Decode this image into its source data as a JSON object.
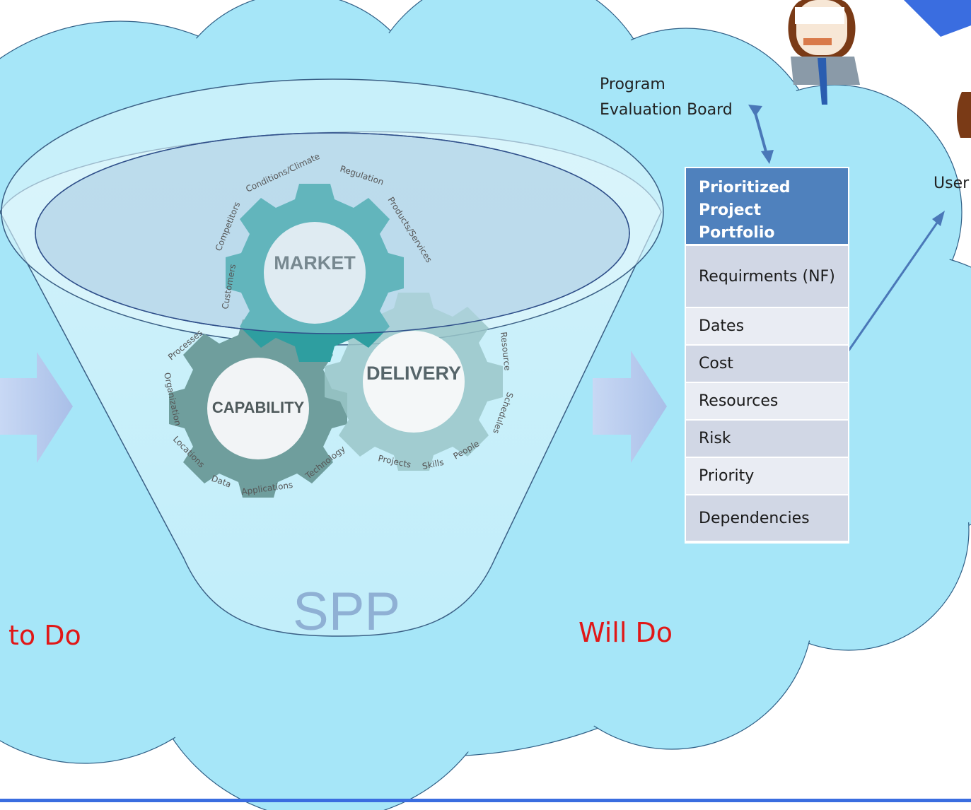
{
  "labels": {
    "program_evaluation_board": [
      "Program",
      "Evaluation Board"
    ],
    "user": "User",
    "to_do": "to Do",
    "will_do": "Will Do",
    "spp": "SPP"
  },
  "gears": {
    "market": {
      "title": "MARKET",
      "ring": [
        "Customers",
        "Competitors",
        "Conditions/Climate",
        "Regulation",
        "Products/Services"
      ]
    },
    "capability": {
      "title": "CAPABILITY",
      "ring": [
        "Processes",
        "Organization",
        "Locations",
        "Data",
        "Applications",
        "Technology"
      ]
    },
    "delivery": {
      "title": "DELIVERY",
      "ring": [
        "Resource",
        "Schedules",
        "People",
        "Skills",
        "Projects"
      ]
    }
  },
  "portfolio": {
    "title_lines": [
      "Prioritized",
      "Project Portfolio"
    ],
    "rows": [
      "Requirments (NF)",
      "Dates",
      "Cost",
      "Resources",
      "Risk",
      "Priority",
      "Dependencies"
    ]
  },
  "colors": {
    "cloud_fill": "#a6e6f8",
    "cloud_stroke": "#2f5f86",
    "header_blue": "#4f81bd",
    "red_text": "#e01818",
    "spp_text": "#8fb0d4",
    "market_gear": "#2e9ea0",
    "capability_gear": "#6f9e9d",
    "delivery_gear": "#9ac5c8",
    "bottom_line": "#3a6de0"
  },
  "icons": [
    "person-icon",
    "right-arrow-icon",
    "double-arrow-icon"
  ]
}
